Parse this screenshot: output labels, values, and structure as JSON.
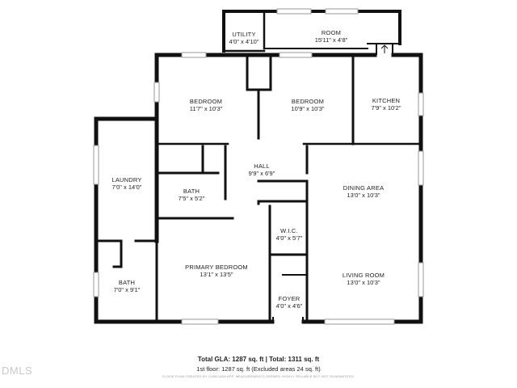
{
  "rooms": {
    "utility": {
      "name": "UTILITY",
      "dims": "4'0\" x 4'10\""
    },
    "room": {
      "name": "ROOM",
      "dims": "15'11\" x 4'8\""
    },
    "bedroom_1": {
      "name": "BEDROOM",
      "dims": "11'7\" x 10'3\""
    },
    "bedroom_2": {
      "name": "BEDROOM",
      "dims": "10'9\" x 10'3\""
    },
    "kitchen": {
      "name": "KITCHEN",
      "dims": "7'9\" x 10'2\""
    },
    "laundry": {
      "name": "LAUNDRY",
      "dims": "7'0\" x 14'0\""
    },
    "hall": {
      "name": "HALL",
      "dims": "9'9\" x 6'9\""
    },
    "bath_1": {
      "name": "BATH",
      "dims": "7'5\" x 5'2\""
    },
    "dining": {
      "name": "DINING AREA",
      "dims": "13'0\" x 10'3\""
    },
    "wic": {
      "name": "W.I.C.",
      "dims": "4'0\" x 5'7\""
    },
    "primary": {
      "name": "PRIMARY BEDROOM",
      "dims": "13'1\" x 13'5\""
    },
    "living": {
      "name": "LIVING ROOM",
      "dims": "13'0\" x 10'3\""
    },
    "bath_2": {
      "name": "BATH",
      "dims": "7'0\" x 9'1\""
    },
    "foyer": {
      "name": "FOYER",
      "dims": "4'0\" x 4'6\""
    }
  },
  "summary": {
    "line1": "Total GLA: 1287 sq. ft | Total: 1311 sq. ft",
    "line2": "1st floor: 1287 sq. ft (Excluded areas 24 sq. ft)",
    "line3": "FLOOR PLAN CREATED BY CUBICASA APP. MEASUREMENTS DEEMED HIGHLY RELIABLE BUT NOT GUARANTEED."
  },
  "watermark": "DMLS",
  "colors": {
    "wall": "#111111",
    "window": "#9a9a9a",
    "background": "#ffffff"
  }
}
